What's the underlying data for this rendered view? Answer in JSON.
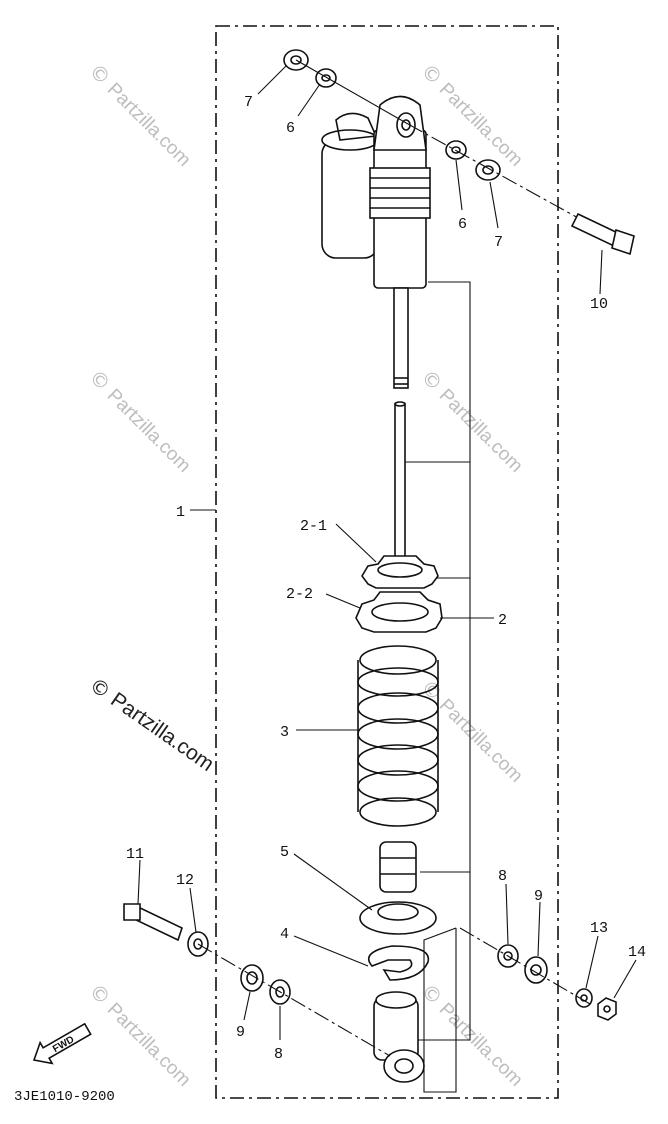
{
  "diagram": {
    "drawing_code": "3JE1010-9200",
    "fwd_label": "FWD",
    "watermark": {
      "symbol": "©",
      "text": "Partzilla.com"
    },
    "part_labels": {
      "p1": "1",
      "p2": "2",
      "p2_1": "2-1",
      "p2_2": "2-2",
      "p3": "3",
      "p4": "4",
      "p5": "5",
      "p6_top": "6",
      "p6_right": "6",
      "p7_top": "7",
      "p7_right": "7",
      "p8_left": "8",
      "p8_right": "8",
      "p9_left": "9",
      "p9_right": "9",
      "p10": "10",
      "p11": "11",
      "p12": "12",
      "p13": "13",
      "p14": "14"
    }
  }
}
